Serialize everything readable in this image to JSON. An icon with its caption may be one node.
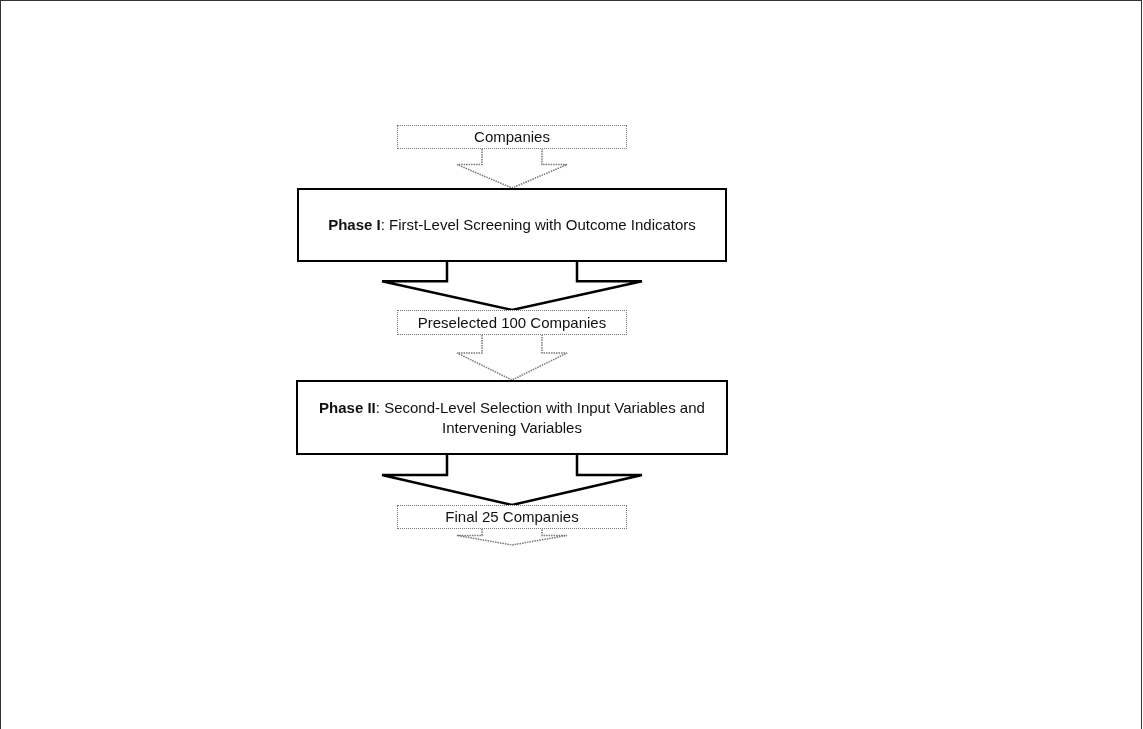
{
  "diagram": {
    "nodes": [
      {
        "text": [
          "Companies"
        ]
      },
      {
        "text": [
          "**Phase I**: First-Level Screening with Outcome Indicators"
        ]
      },
      {
        "text": [
          "Preselected 100 Companies"
        ]
      },
      {
        "text": [
          "**Phase II**: Second-Level Selection with Input Variables and Intervening Variables"
        ]
      },
      {
        "text": [
          "Final 25 Companies"
        ]
      }
    ],
    "edges": [
      {
        "from": 0,
        "to": 1,
        "arrow": "to",
        "style": "dashed"
      },
      {
        "from": 1,
        "to": 2,
        "arrow": "to"
      },
      {
        "from": 2,
        "to": 3,
        "arrow": "to",
        "style": "dashed"
      },
      {
        "from": 3,
        "to": 4,
        "arrow": "to"
      },
      {
        "from": 4,
        "to": null,
        "arrow": "to",
        "style": "dashed"
      }
    ]
  }
}
